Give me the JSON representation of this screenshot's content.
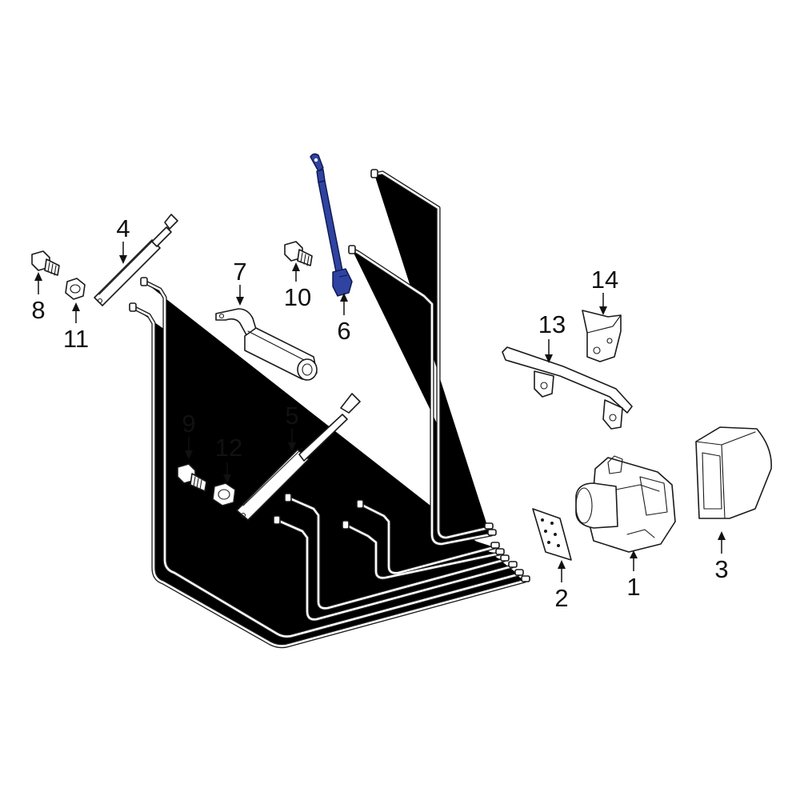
{
  "diagram": {
    "accent_color": "#2f43a0",
    "highlighted_callout": "6",
    "callouts": [
      "1",
      "2",
      "3",
      "4",
      "5",
      "6",
      "7",
      "8",
      "9",
      "10",
      "11",
      "12",
      "13",
      "14"
    ]
  }
}
